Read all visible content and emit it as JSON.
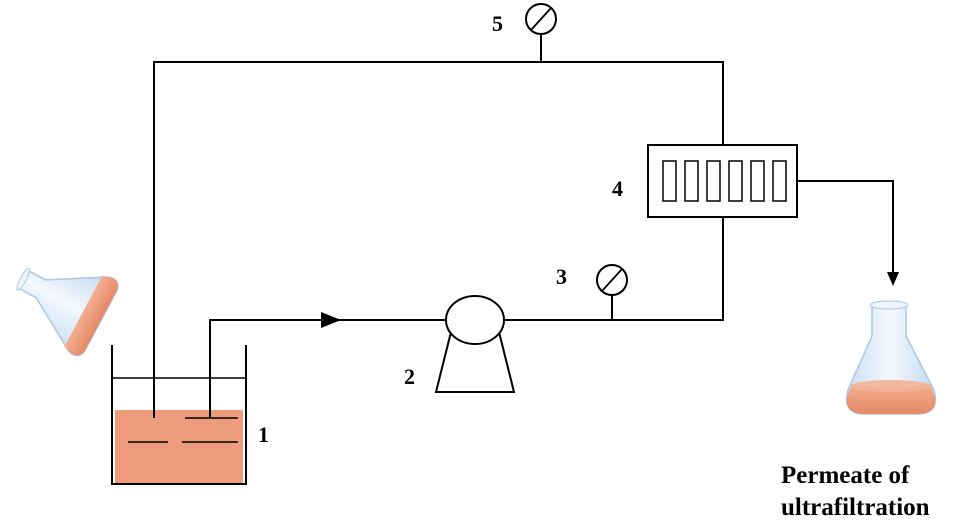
{
  "labels": {
    "tank": "1",
    "pump": "2",
    "gauge_inlet": "3",
    "membrane_module": "4",
    "gauge_return": "5",
    "permeate_line1": "Permeate of",
    "permeate_line2": "ultrafiltration"
  },
  "colors": {
    "liquid": "#ee9c7e",
    "liquid_dark": "#e78b68",
    "glass": "#dcebf8",
    "glass_edge": "#9fc3e4",
    "line": "#000000"
  }
}
